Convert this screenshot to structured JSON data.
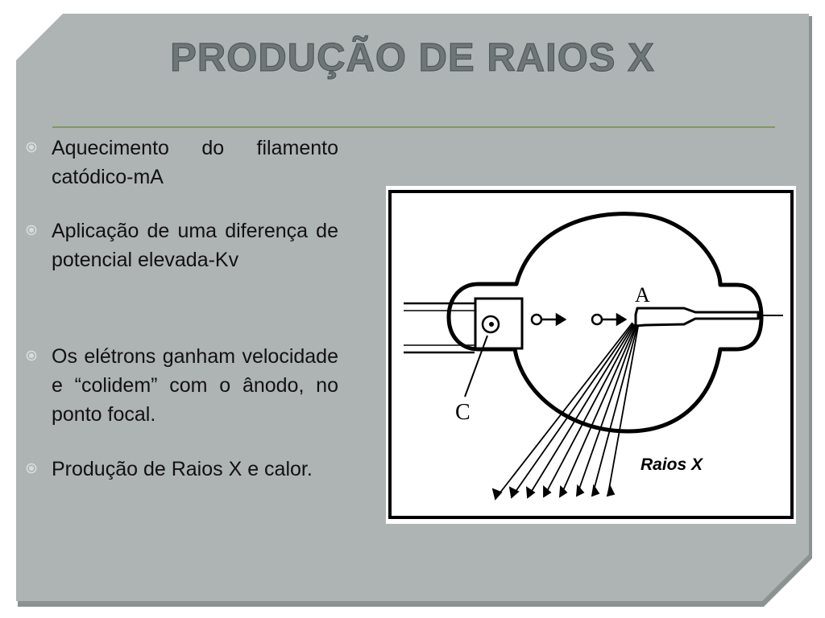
{
  "slide": {
    "title": "PRODUÇÃO DE RAIOS X",
    "bullets": [
      "Aquecimento do filamento catódico-mA",
      "Aplicação de uma diferença de potencial elevada-Kv",
      "Os elétrons ganham velocidade e “colidem” com o ânodo, no ponto focal.",
      "Produção de Raios X e calor."
    ],
    "bullet_icon": "circle-bullet-icon"
  },
  "figure": {
    "label_anode": "A",
    "label_cathode": "C",
    "label_rays": "Raios X"
  },
  "colors": {
    "slide_background": "#aeb3b4",
    "title": "#6e7677",
    "rule": "#7f9a55"
  }
}
